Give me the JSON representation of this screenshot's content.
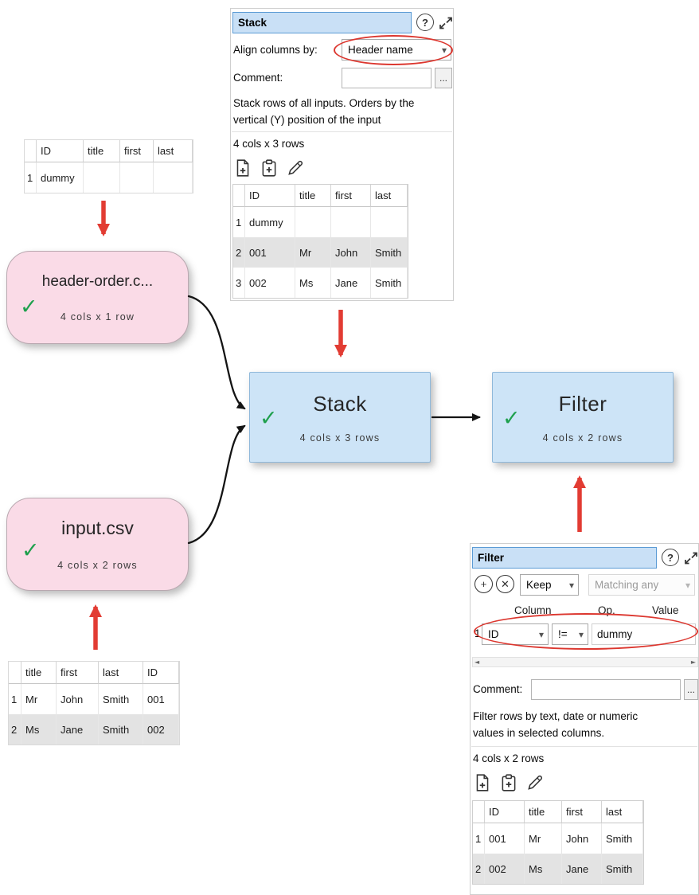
{
  "icons": {
    "check": "✓",
    "help": "?",
    "dropdown_arrow": "▾",
    "plus": "+",
    "cross": "✕",
    "scroll_left": "◄",
    "scroll_right": "►"
  },
  "colors": {
    "node_pink": "#fadbe7",
    "node_blue": "#cde4f7",
    "titlebar_blue": "#c9e0f6",
    "annotation_red": "#e23c33",
    "check_green": "#1fa04d"
  },
  "canvas": {
    "nodes": {
      "header_order": {
        "label": "header-order.c...",
        "sublabel": "4 cols x 1 row"
      },
      "input_csv": {
        "label": "input.csv",
        "sublabel": "4 cols x 2 rows"
      },
      "stack": {
        "label": "Stack",
        "sublabel": "4 cols x 3 rows"
      },
      "filter": {
        "label": "Filter",
        "sublabel": "4 cols x 2 rows"
      }
    }
  },
  "tables": {
    "top_left": {
      "headers": [
        "ID",
        "title",
        "first",
        "last"
      ],
      "rows": [
        [
          "1",
          "dummy",
          "",
          "",
          ""
        ]
      ]
    },
    "bottom_left": {
      "headers": [
        "title",
        "first",
        "last",
        "ID"
      ],
      "rows": [
        [
          "1",
          "Mr",
          "John",
          "Smith",
          "001"
        ],
        [
          "2",
          "Ms",
          "Jane",
          "Smith",
          "002"
        ]
      ]
    },
    "stack_preview": {
      "headers": [
        "ID",
        "title",
        "first",
        "last"
      ],
      "rows": [
        [
          "1",
          "dummy",
          "",
          "",
          ""
        ],
        [
          "2",
          "001",
          "Mr",
          "John",
          "Smith"
        ],
        [
          "3",
          "002",
          "Ms",
          "Jane",
          "Smith"
        ]
      ]
    },
    "filter_preview": {
      "headers": [
        "ID",
        "title",
        "first",
        "last"
      ],
      "rows": [
        [
          "1",
          "001",
          "Mr",
          "John",
          "Smith"
        ],
        [
          "2",
          "002",
          "Ms",
          "Jane",
          "Smith"
        ]
      ]
    }
  },
  "stack_panel": {
    "title": "Stack",
    "align_label": "Align columns by:",
    "align_value": "Header name",
    "comment_label": "Comment:",
    "comment_value": "",
    "more_button": "...",
    "description_line1": "Stack rows of all inputs. Orders by the",
    "description_line2": "vertical (Y) position of the input",
    "size_text": "4 cols x 3 rows"
  },
  "filter_panel": {
    "title": "Filter",
    "keep_value": "Keep",
    "matching_value": "Matching any",
    "criteria": {
      "col_header": "Column",
      "op_header": "Op.",
      "value_header": "Value",
      "row_num": "1",
      "column": "ID",
      "op": "!=",
      "value": "dummy"
    },
    "comment_label": "Comment:",
    "comment_value": "",
    "more_button": "...",
    "description_line1": "Filter rows by text, date or numeric",
    "description_line2": "values in selected columns.",
    "size_text": "4 cols x 2 rows"
  }
}
